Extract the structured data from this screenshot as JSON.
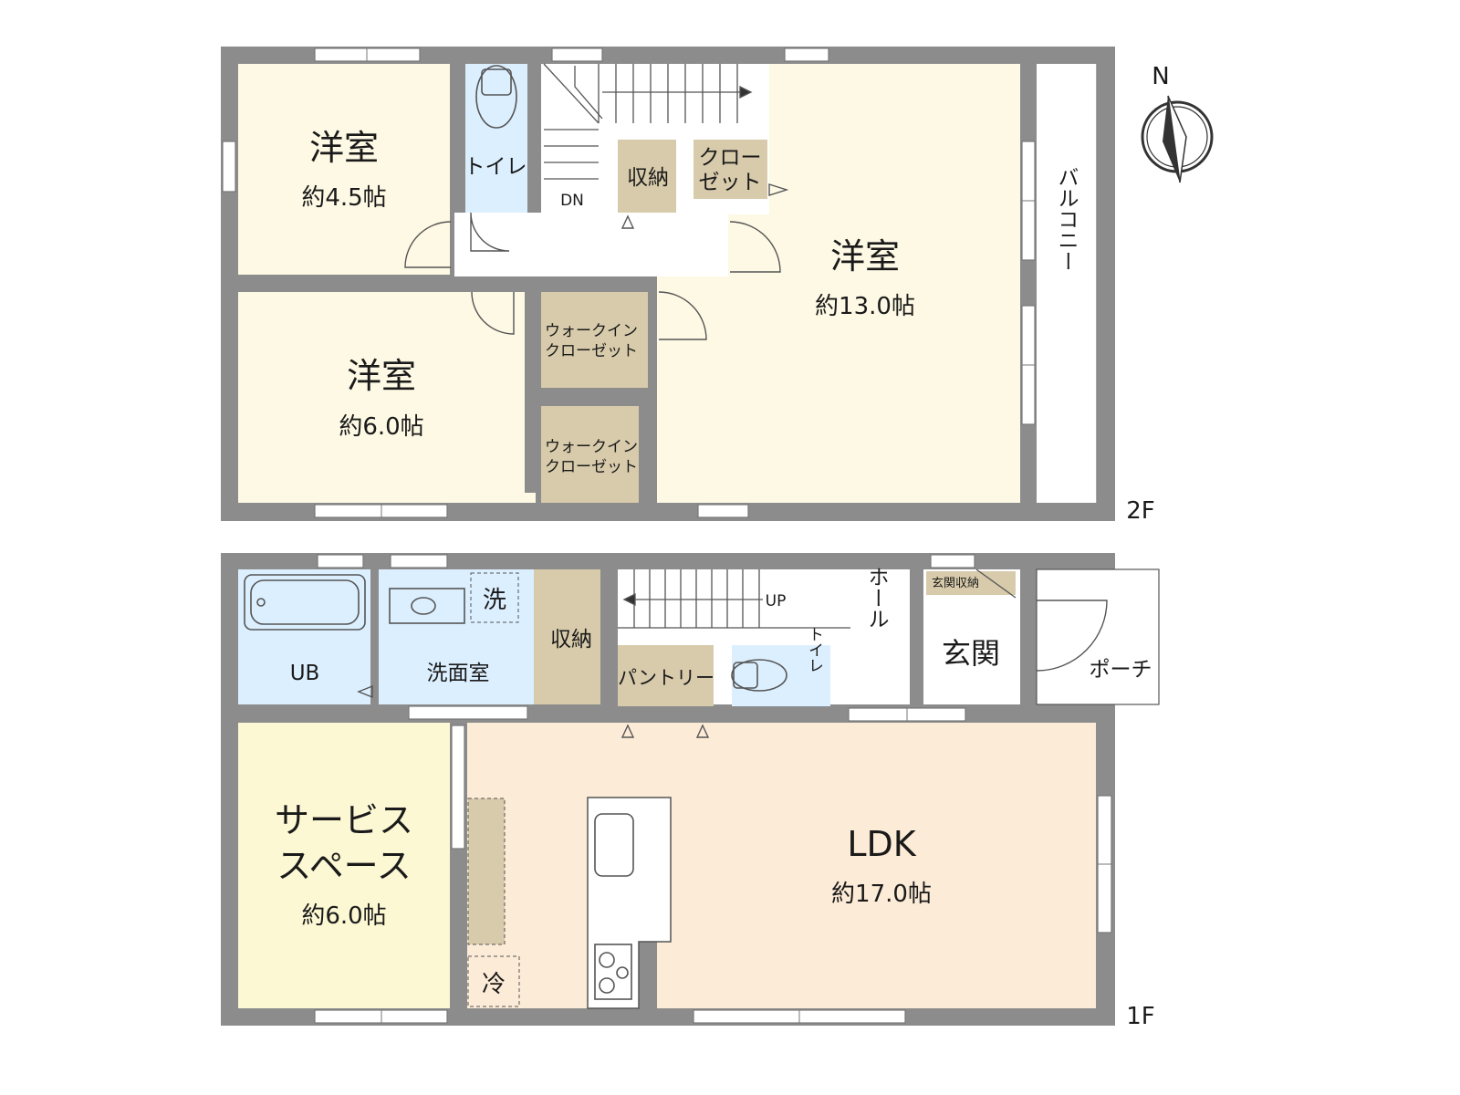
{
  "colors": {
    "wall": "#8c8c8c",
    "bedroom": "#fdf9e4",
    "wet_area": "#dcefff",
    "storage": "#d8cbab",
    "ldk": "#fcebd6",
    "service_space": "#fdf8d4",
    "hall": "#ffffff"
  },
  "compass": {
    "north_label": "N"
  },
  "floor2": {
    "floor_label": "2F",
    "room_nw": {
      "name": "洋室",
      "area": "約4.5帖"
    },
    "room_sw": {
      "name": "洋室",
      "area": "約6.0帖"
    },
    "room_main": {
      "name": "洋室",
      "area": "約13.0帖"
    },
    "toilet": "トイレ",
    "storage": "収納",
    "closet": [
      "クロー",
      "ゼット"
    ],
    "wic1": [
      "ウォークイン",
      "クローゼット"
    ],
    "wic2": [
      "ウォークイン",
      "クローゼット"
    ],
    "stairs_label": "DN",
    "balcony": "バルコニー"
  },
  "floor1": {
    "floor_label": "1F",
    "bath": "UB",
    "washroom": "洗面室",
    "washer": "洗",
    "storage": "収納",
    "stairs_label": "UP",
    "hall": "ホール",
    "entrance": "玄関",
    "entrance_storage": "玄関収納",
    "porch": "ポーチ",
    "pantry": "パントリー",
    "toilet": "トイレ",
    "service_space": {
      "name_line1": "サービス",
      "name_line2": "スペース",
      "area": "約6.0帖"
    },
    "ldk": {
      "name": "LDK",
      "area": "約17.0帖"
    },
    "fridge": "冷"
  }
}
